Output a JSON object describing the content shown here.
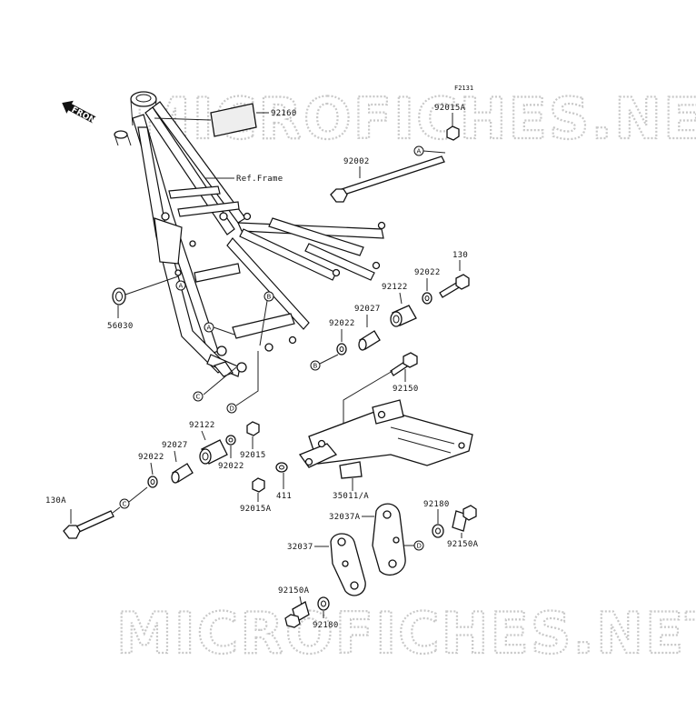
{
  "diagram": {
    "figure_code": "F2131",
    "front_label": "FRONT",
    "watermark_top": "MICROFICHES.NET",
    "watermark_bottom": "MICROFICHES.NET",
    "ref_frame_label": "Ref.Frame",
    "callouts": {
      "a": "A",
      "b": "B",
      "c": "C",
      "d": "D"
    },
    "parts": {
      "p92160": "92160",
      "p92015A_top": "92015A",
      "p92002": "92002",
      "p130": "130",
      "p92022_r": "92022",
      "p92122_r": "92122",
      "p92027_r": "92027",
      "p92022_rl": "92022",
      "p56030": "56030",
      "p92150": "92150",
      "p92122_l": "92122",
      "p92027_l": "92027",
      "p92022_l": "92022",
      "p92022_lb": "92022",
      "p92015": "92015",
      "p92015A_l": "92015A",
      "p411": "411",
      "p35011A": "35011/A",
      "p130A": "130A",
      "p92180_r": "92180",
      "p32037A": "32037A",
      "p92150A_r": "92150A",
      "p32037": "32037",
      "p92150A_b": "92150A",
      "p92180_b": "92180"
    }
  }
}
